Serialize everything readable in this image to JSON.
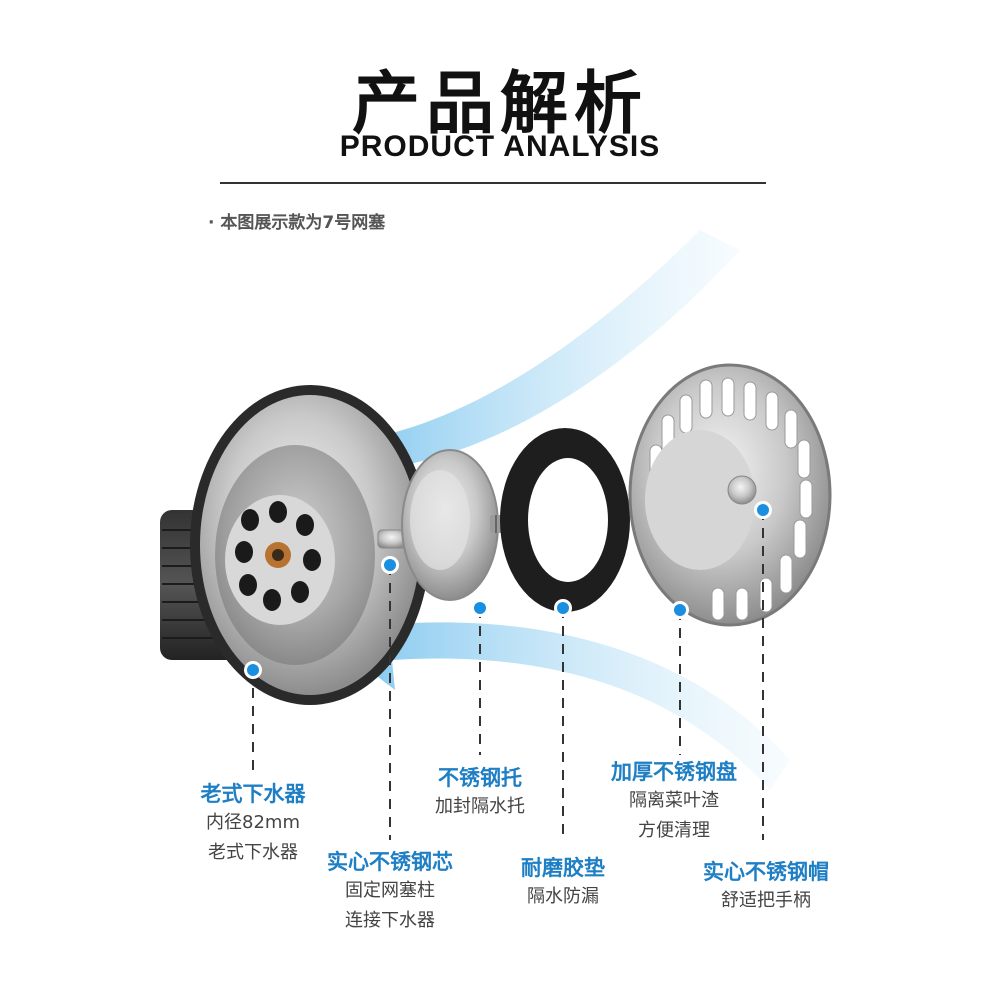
{
  "header": {
    "title": "产品解析",
    "subtitle": "PRODUCT ANALYSIS",
    "note": "· 本图展示款为7号网塞"
  },
  "colors": {
    "accent": "#1f7fc4",
    "dot": "#1a8fe0",
    "arrow": "#7cc8ef"
  },
  "parts": [
    {
      "title": "老式下水器",
      "lines": [
        "内径82mm",
        "老式下水器"
      ]
    },
    {
      "title": "实心不锈钢芯",
      "lines": [
        "固定网塞柱",
        "连接下水器"
      ]
    },
    {
      "title": "不锈钢托",
      "lines": [
        "加封隔水托"
      ]
    },
    {
      "title": "耐磨胶垫",
      "lines": [
        "隔水防漏"
      ]
    },
    {
      "title": "加厚不锈钢盘",
      "lines": [
        "隔离菜叶渣",
        "方便清理"
      ]
    },
    {
      "title": "实心不锈钢帽",
      "lines": [
        "舒适把手柄"
      ]
    }
  ]
}
